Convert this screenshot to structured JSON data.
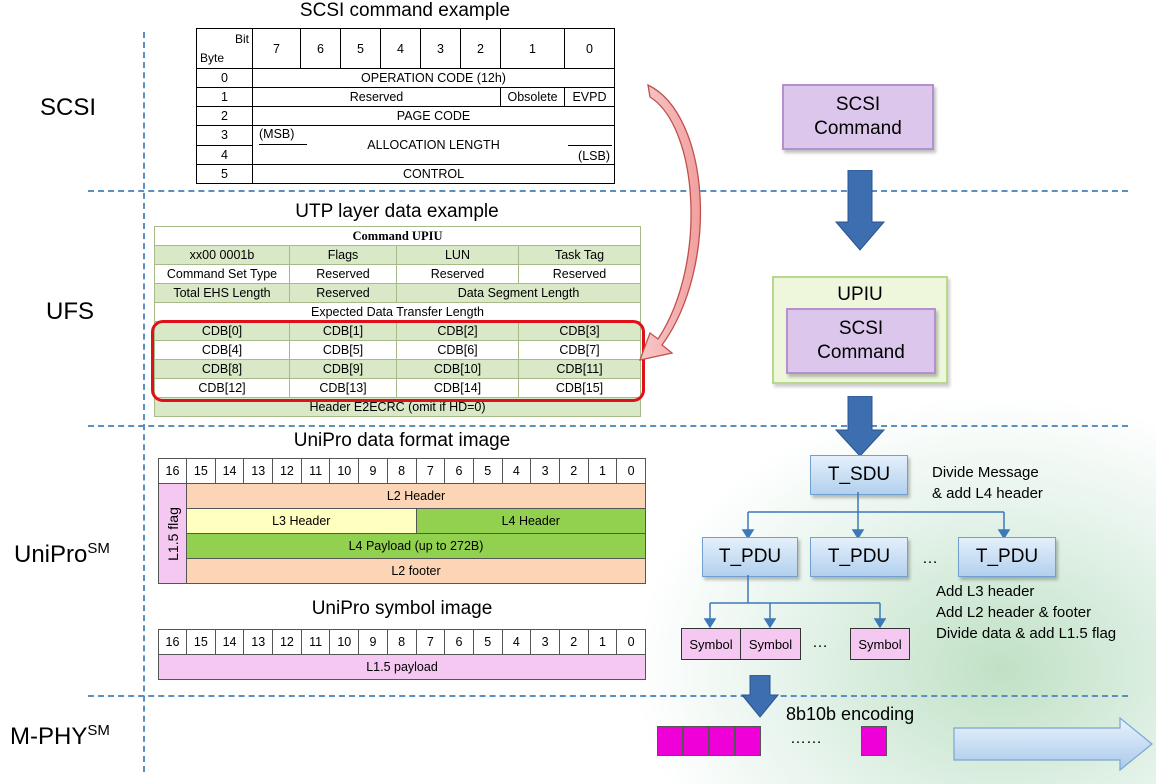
{
  "layers": {
    "scsi": "SCSI",
    "ufs": "UFS",
    "unipro": "UniPro",
    "unipro_sup": "SM",
    "mphy": "M-PHY",
    "mphy_sup": "SM"
  },
  "scsi_table": {
    "title": "SCSI command example",
    "corner_bit": "Bit",
    "corner_byte": "Byte",
    "bits": [
      "7",
      "6",
      "5",
      "4",
      "3",
      "2",
      "1",
      "0"
    ],
    "rows": {
      "r0": {
        "byte": "0",
        "text": "OPERATION  CODE  (12h)"
      },
      "r1": {
        "byte": "1",
        "reserved": "Reserved",
        "obsolete": "Obsolete",
        "evpd": "EVPD"
      },
      "r2": {
        "byte": "2",
        "text": "PAGE  CODE"
      },
      "r3": {
        "byte": "3",
        "msb": "(MSB)",
        "text": "ALLOCATION  LENGTH"
      },
      "r4": {
        "byte": "4",
        "lsb": "(LSB)"
      },
      "r5": {
        "byte": "5",
        "text": "CONTROL"
      }
    }
  },
  "utp_table": {
    "title": "UTP layer data example",
    "header": "Command UPIU",
    "row1": [
      "xx00  0001b",
      "Flags",
      "LUN",
      "Task Tag"
    ],
    "row2": [
      "Command Set Type",
      "Reserved",
      "Reserved",
      "Reserved"
    ],
    "row3": [
      "Total  EHS Length",
      "Reserved",
      "Data  Segment  Length"
    ],
    "row4": "Expected  Data  Transfer  Length",
    "cdb1": [
      "CDB[0]",
      "CDB[1]",
      "CDB[2]",
      "CDB[3]"
    ],
    "cdb2": [
      "CDB[4]",
      "CDB[5]",
      "CDB[6]",
      "CDB[7]"
    ],
    "cdb3": [
      "CDB[8]",
      "CDB[9]",
      "CDB[10]",
      "CDB[11]"
    ],
    "cdb4": [
      "CDB[12]",
      "CDB[13]",
      "CDB[14]",
      "CDB[15]"
    ],
    "footer": "Header  E2ECRC  (omit if HD=0)"
  },
  "unipro_format": {
    "title": "UniPro data format image",
    "bits": [
      "16",
      "15",
      "14",
      "13",
      "12",
      "11",
      "10",
      "9",
      "8",
      "7",
      "6",
      "5",
      "4",
      "3",
      "2",
      "1",
      "0"
    ],
    "l15_flag": "L1.5 flag",
    "l2_header": "L2 Header",
    "l3_header": "L3 Header",
    "l4_header": "L4 Header",
    "l4_payload": "L4 Payload  (up to 272B)",
    "l2_footer": "L2 footer"
  },
  "unipro_symbol": {
    "title": "UniPro symbol image",
    "bits": [
      "16",
      "15",
      "14",
      "13",
      "12",
      "11",
      "10",
      "9",
      "8",
      "7",
      "6",
      "5",
      "4",
      "3",
      "2",
      "1",
      "0"
    ],
    "payload": "L1.5 payload"
  },
  "flow": {
    "scsi_command": "SCSI\nCommand",
    "upiu": "UPIU",
    "upiu_scsi_command": "SCSI\nCommand",
    "t_sdu": "T_SDU",
    "t_sdu_note1": "Divide Message",
    "t_sdu_note2": "& add L4 header",
    "t_pdu": [
      "T_PDU",
      "T_PDU",
      "T_PDU"
    ],
    "t_pdu_ellipsis": "…",
    "t_pdu_note1": "Add L3 header",
    "t_pdu_note2": "Add L2 header & footer",
    "t_pdu_note3": "Divide data & add L1.5 flag",
    "symbols": [
      "Symbol",
      "Symbol",
      "Symbol"
    ],
    "symbol_ellipsis": "…",
    "encoding": "8b10b encoding",
    "encoding_ellipsis": "……"
  },
  "colors": {
    "purple_box": "#dcc6ec",
    "blue_box": "#b2d0ee",
    "l2_orange": "#fbd5b5",
    "l3_yellow": "#ffffc0",
    "l4_green": "#92d050",
    "pink": "#f5c8f2",
    "magenta": "#ef00d8",
    "arrow_blue": "#3d6eb0",
    "highlight_red": "#e0101b"
  }
}
